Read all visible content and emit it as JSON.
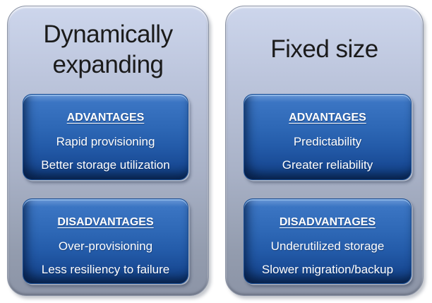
{
  "colors": {
    "card_blue_mid": "#2e68b6",
    "card_blue_dark": "#123e7f",
    "card_top_highlight": "#96bee9",
    "panel_gradient_top": "#cdd6ec",
    "panel_gradient_bottom": "#8c94a6",
    "title_text": "#1b1b1b",
    "card_text": "#ffffff"
  },
  "panels": [
    {
      "title": "Dynamically expanding",
      "advantages": {
        "heading": "ADVANTAGES",
        "items": [
          "Rapid provisioning",
          "Better storage utilization"
        ]
      },
      "disadvantages": {
        "heading": "DISADVANTAGES",
        "items": [
          "Over-provisioning",
          "Less resiliency to failure"
        ]
      }
    },
    {
      "title": "Fixed size",
      "advantages": {
        "heading": "ADVANTAGES",
        "items": [
          "Predictability",
          "Greater reliability"
        ]
      },
      "disadvantages": {
        "heading": "DISADVANTAGES",
        "items": [
          "Underutilized storage",
          "Slower migration/backup"
        ]
      }
    }
  ]
}
